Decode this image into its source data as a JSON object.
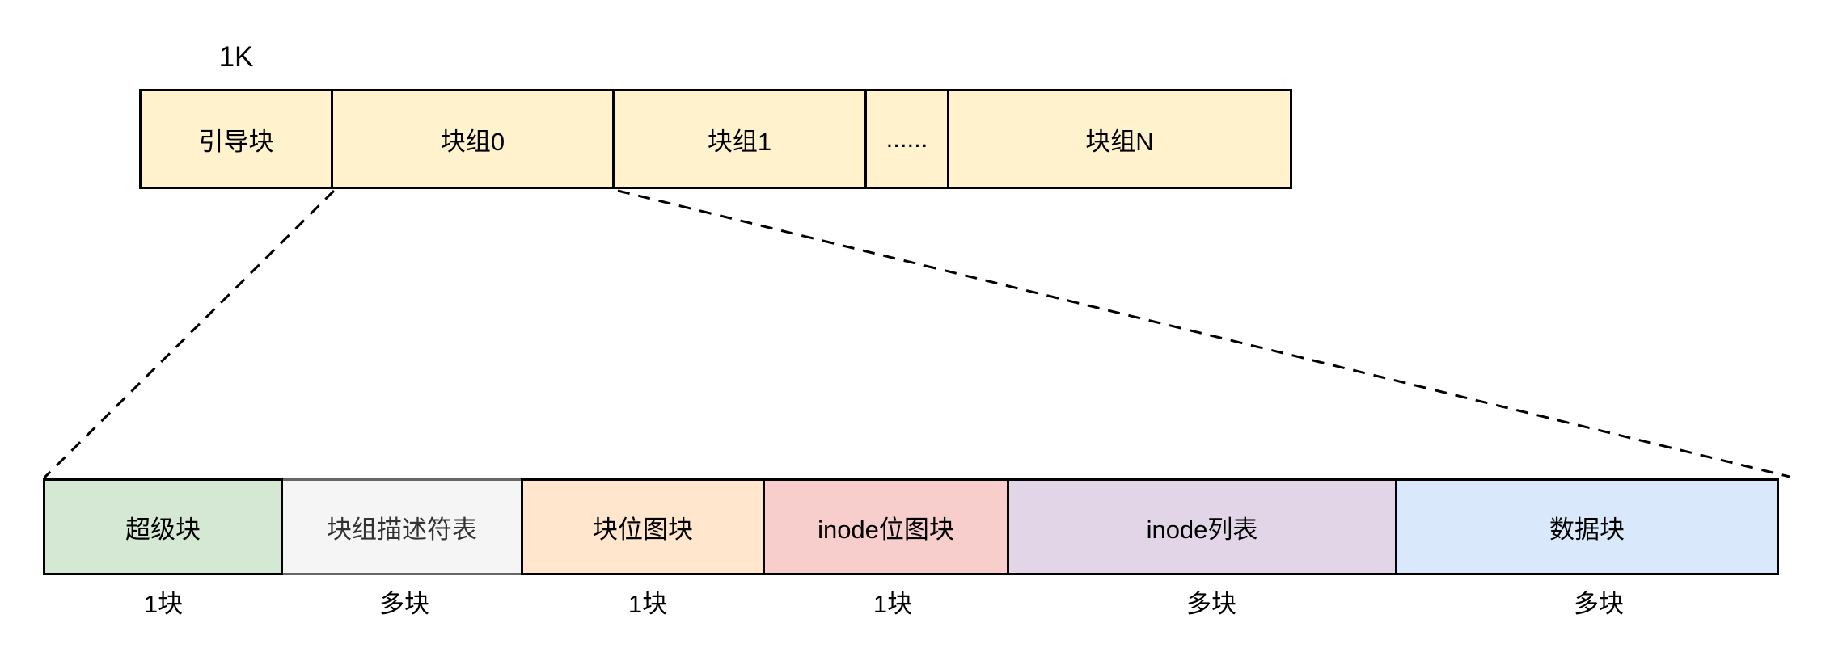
{
  "diagram": {
    "description": "ext2 filesystem disk layout diagram",
    "disk_row": {
      "size_label": "1K",
      "fill": "#FFF2CC",
      "border": "#000000",
      "segments": [
        {
          "label": "引导块"
        },
        {
          "label": "块组0"
        },
        {
          "label": "块组1"
        },
        {
          "label": "......"
        },
        {
          "label": "块组N"
        }
      ]
    },
    "block_group_row": {
      "segments": [
        {
          "label": "超级块",
          "count": "1块",
          "fill": "#D5E8D4",
          "border": "#000000"
        },
        {
          "label": "块组描述符表",
          "count": "多块",
          "fill": "#F5F5F5",
          "border": "#666666"
        },
        {
          "label": "块位图块",
          "count": "1块",
          "fill": "#FFE6CC",
          "border": "#000000"
        },
        {
          "label": "inode位图块",
          "count": "1块",
          "fill": "#F8CECC",
          "border": "#000000"
        },
        {
          "label": "inode列表",
          "count": "多块",
          "fill": "#E1D5E7",
          "border": "#000000"
        },
        {
          "label": "数据块",
          "count": "多块",
          "fill": "#DAE8FC",
          "border": "#000000"
        }
      ]
    },
    "expansion_lines": {
      "color": "#000000",
      "style": "dashed"
    }
  }
}
